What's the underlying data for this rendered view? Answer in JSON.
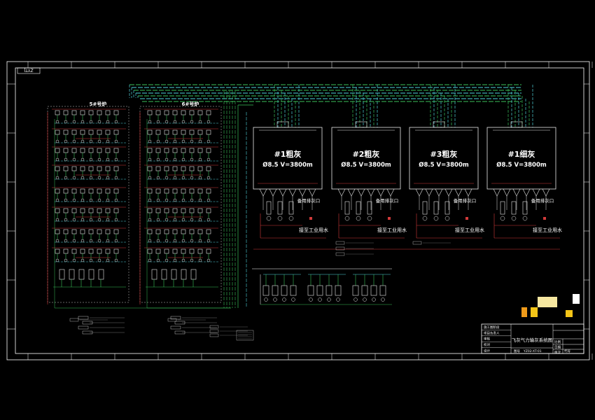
{
  "drawing": {
    "corner_label": "ZYTJ",
    "title_block": {
      "title": "飞灰气力输灰系统图",
      "drawing_no_label": "图号",
      "drawing_no": "YZ02-XT-01",
      "code_label": "代号",
      "left_rows": [
        "施工图阶段",
        "项目负责人",
        "审核",
        "校对",
        "设计"
      ],
      "right_rows": [
        "比例",
        "日期",
        "版次"
      ]
    },
    "furnaces": [
      {
        "id": "furnace-5",
        "title": "5#号炉"
      },
      {
        "id": "furnace-6",
        "title": "6#号炉"
      }
    ],
    "silos": [
      {
        "id": "silo-1-coarse",
        "title": "#1粗灰",
        "volume": "Ø8.5 V=3800m",
        "spare_outlet": "备用排灰口",
        "water": "接至工业用水"
      },
      {
        "id": "silo-2-coarse",
        "title": "#2粗灰",
        "volume": "Ø8.5 V=3800m",
        "spare_outlet": "备用排灰口",
        "water": "接至工业用水"
      },
      {
        "id": "silo-3-coarse",
        "title": "#3粗灰",
        "volume": "Ø8.5 V=3800m",
        "spare_outlet": "备用排灰口",
        "water": "接至工业用水"
      },
      {
        "id": "silo-1-fine",
        "title": "#1细灰",
        "volume": "Ø8.5 V=3800m",
        "spare_outlet": "备用排灰口",
        "water": "接至工业用水"
      }
    ],
    "colors": {
      "background": "#000000",
      "frame": "#ffffff",
      "pipe_cyan": "#4fd3dc",
      "pipe_green": "#3ac15a",
      "pipe_red": "#d23a3a",
      "equipment_white": "#e9e9e9",
      "highlight_yellow": "#f4c518",
      "highlight_orange": "#f09b1a"
    }
  }
}
